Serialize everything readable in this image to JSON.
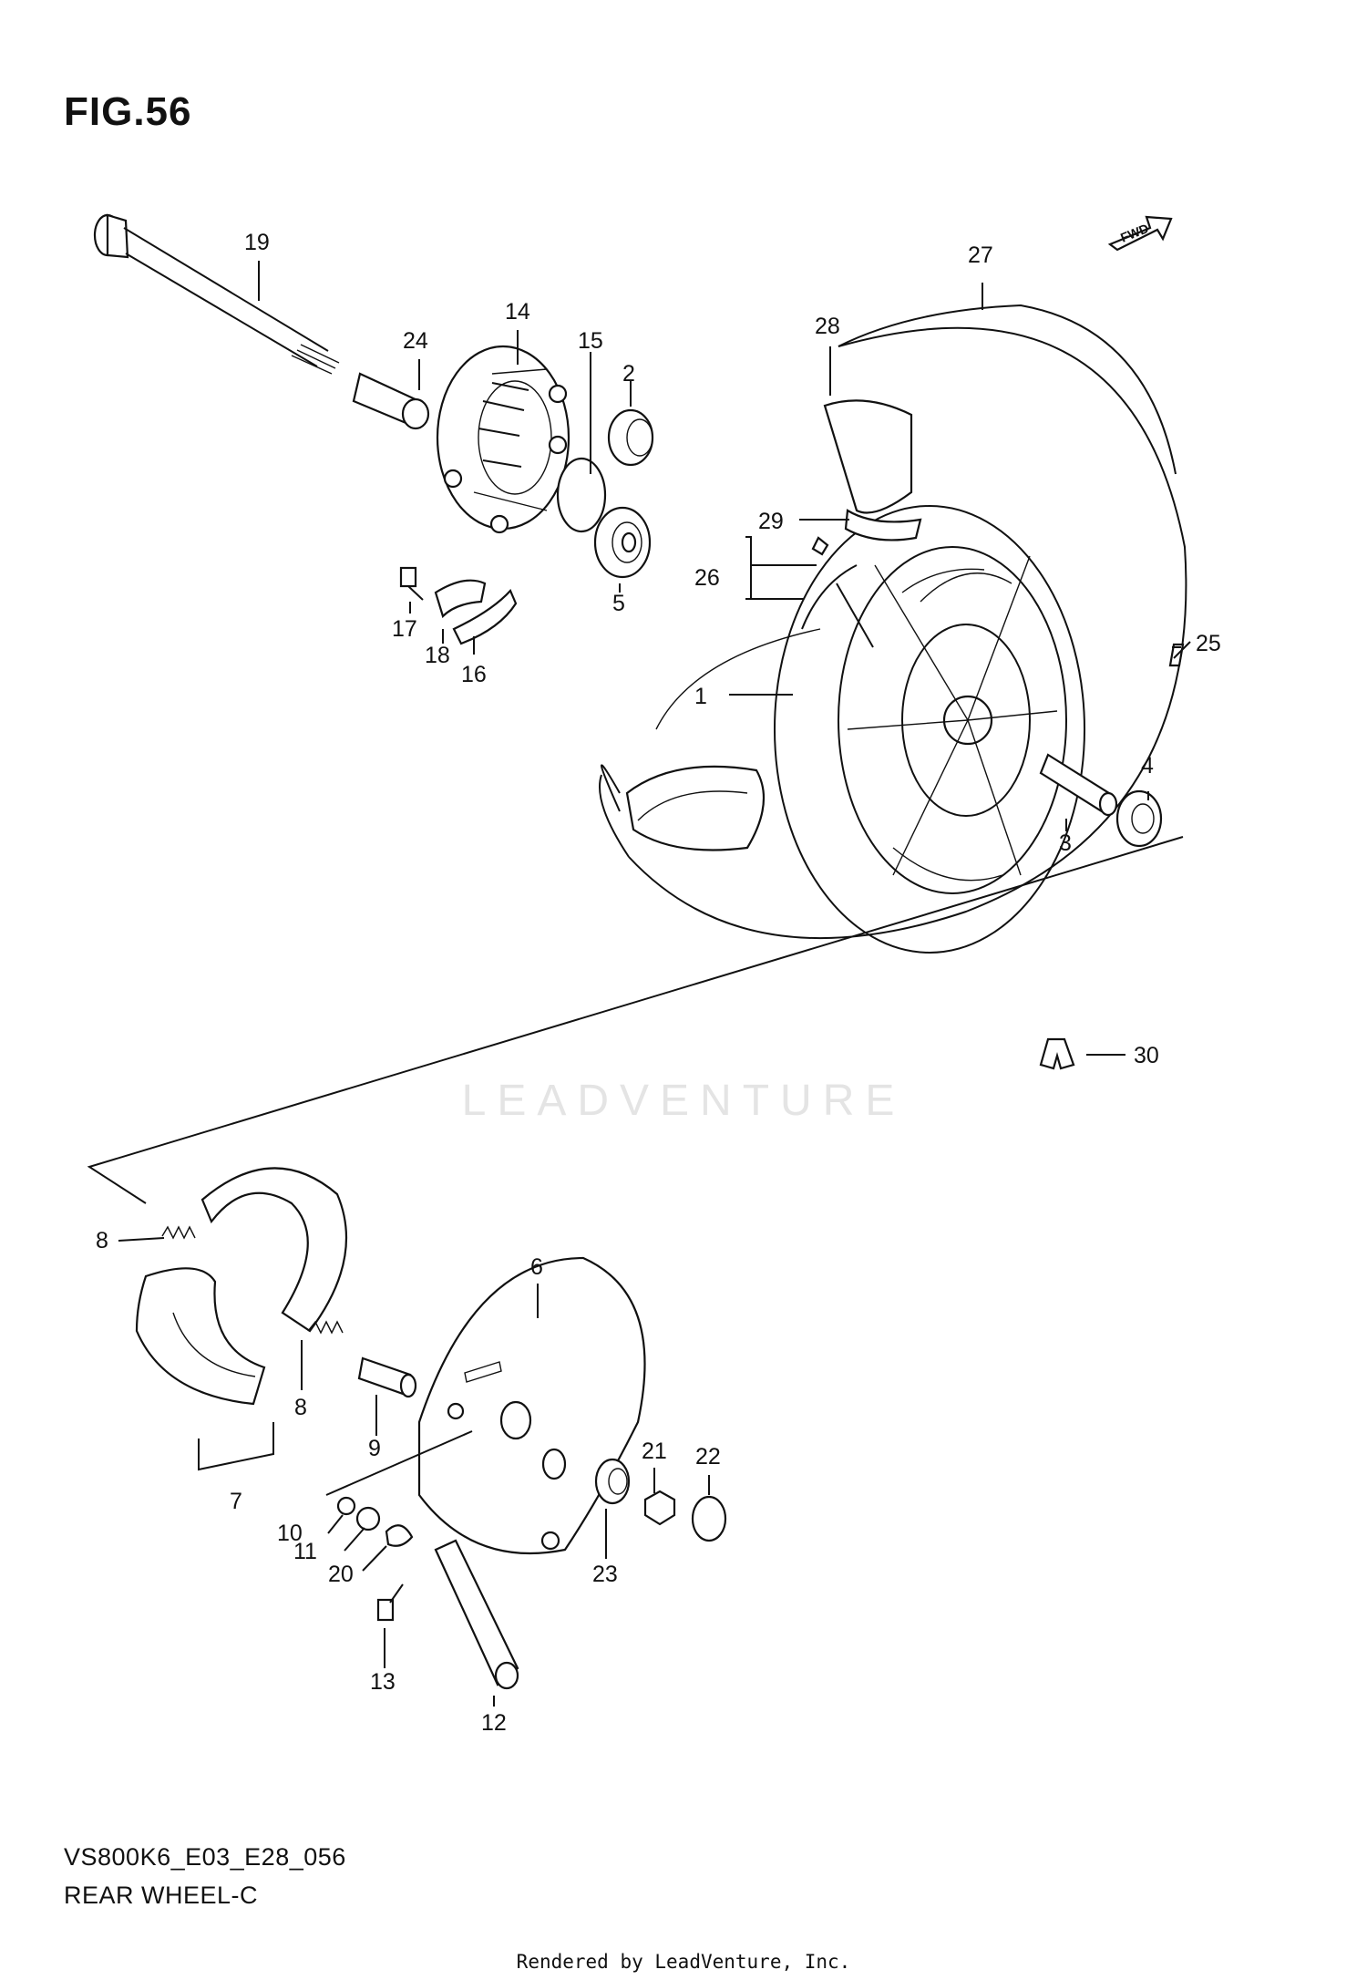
{
  "figure": {
    "title": "FIG.56",
    "model_code": "VS800K6_E03_E28_056",
    "diagram_name": "REAR WHEEL-C",
    "render_credit": "Rendered by LeadVenture, Inc.",
    "watermark": "LEADVENTURE",
    "direction_tag": "FWD"
  },
  "callouts": [
    "1",
    "2",
    "3",
    "4",
    "5",
    "6",
    "7",
    "8",
    "8",
    "9",
    "10",
    "11",
    "12",
    "13",
    "14",
    "15",
    "16",
    "17",
    "18",
    "19",
    "20",
    "21",
    "22",
    "23",
    "24",
    "25",
    "26",
    "27",
    "28",
    "29",
    "30"
  ]
}
